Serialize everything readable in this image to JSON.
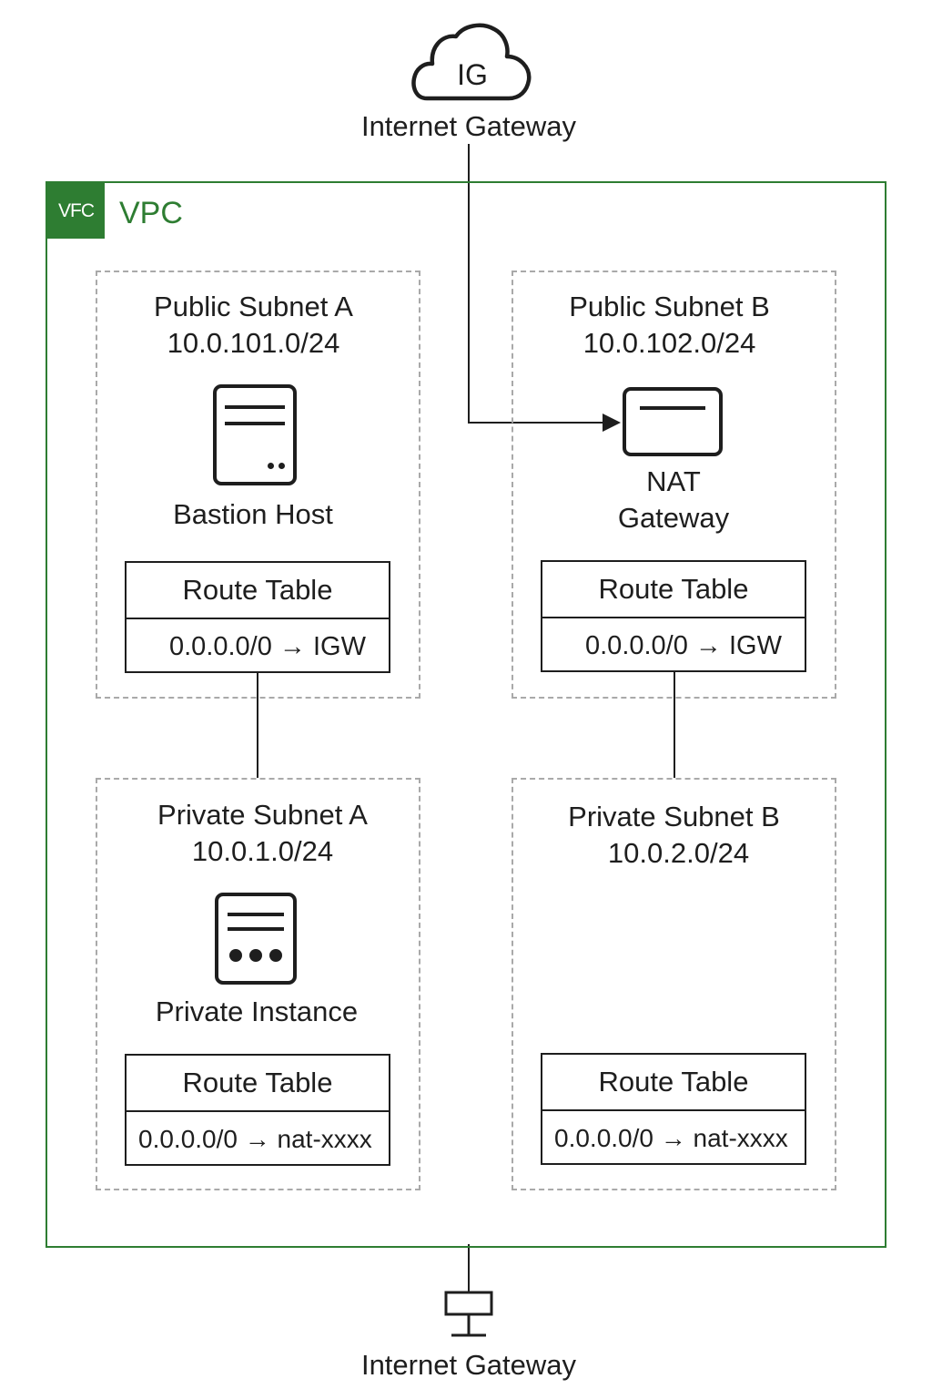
{
  "internet_gateway_top": {
    "icon_text": "IG",
    "label": "Internet Gateway"
  },
  "vpc": {
    "badge": "VFC",
    "label": "VPC"
  },
  "subnets": {
    "public_a": {
      "name": "Public Subnet A",
      "cidr": "10.0.101.0/24",
      "resource_label": "Bastion Host",
      "route_table": {
        "title": "Route Table",
        "route": "0.0.0.0/0 → IGW"
      }
    },
    "public_b": {
      "name": "Public Subnet B",
      "cidr": "10.0.102.0/24",
      "resource_label_line1": "NAT",
      "resource_label_line2": "Gateway",
      "route_table": {
        "title": "Route Table",
        "route": "0.0.0.0/0 → IGW"
      }
    },
    "private_a": {
      "name": "Private Subnet A",
      "cidr": "10.0.1.0/24",
      "resource_label": "Private Instance",
      "route_table": {
        "title": "Route Table",
        "route": "0.0.0.0/0 → nat-xxxx"
      }
    },
    "private_b": {
      "name": "Private Subnet B",
      "cidr": "10.0.2.0/24",
      "route_table": {
        "title": "Route Table",
        "route": "0.0.0.0/0 → nat-xxxx"
      }
    }
  },
  "internet_gateway_bottom": {
    "label": "Internet Gateway"
  },
  "colors": {
    "vpc_green": "#2e7d32",
    "subnet_border": "#a9a9a9",
    "stroke": "#1e1e1e"
  },
  "icons": {
    "top_gateway": "cloud-icon",
    "bastion": "server-icon",
    "nat": "nat-gateway-icon",
    "private_instance": "server-instance-icon",
    "bottom_gateway": "network-terminal-icon"
  }
}
